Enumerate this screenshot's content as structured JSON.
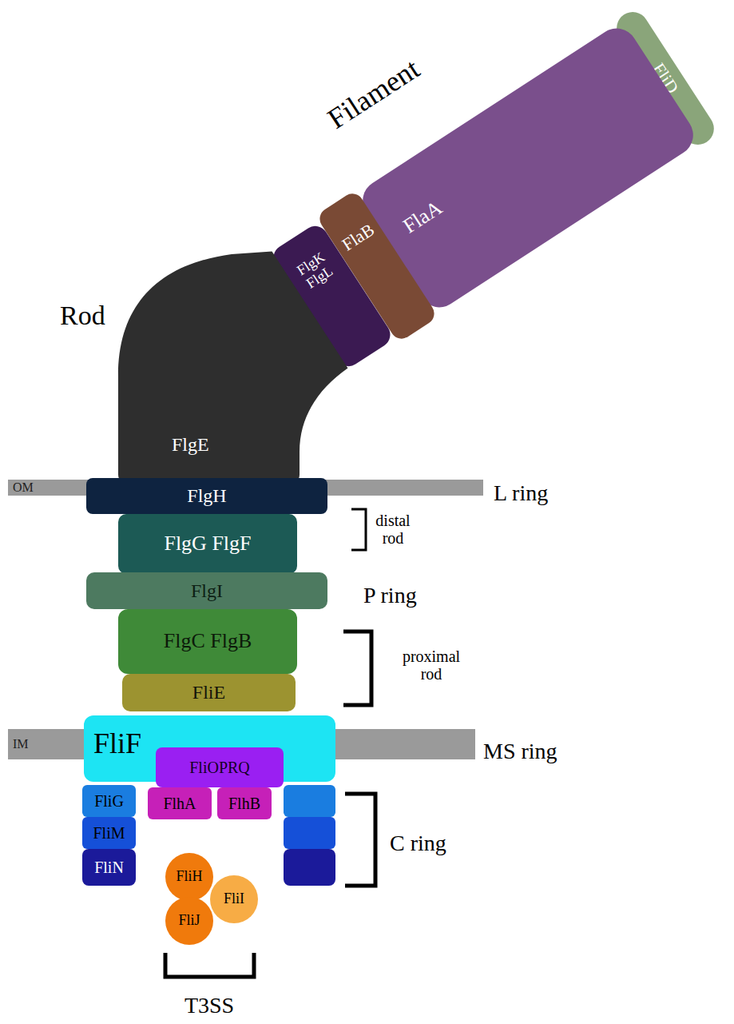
{
  "diagram": {
    "nodes": [
      {
        "text": [
          "FliD"
        ]
      },
      {
        "text": [
          "FlaA"
        ]
      },
      {
        "text": [
          "FlaB"
        ]
      },
      {
        "text": [
          "FlgK",
          "FlgL"
        ]
      },
      {
        "text": [
          "FlgE"
        ]
      },
      {
        "text": [
          "FlgH"
        ]
      },
      {
        "text": [
          "FlgG FlgF"
        ]
      },
      {
        "text": [
          "FlgI"
        ]
      },
      {
        "text": [
          "FlgC FlgB"
        ]
      },
      {
        "text": [
          "FliE"
        ]
      },
      {
        "text": [
          "FliF"
        ]
      },
      {
        "text": [
          "FliOPRQ"
        ],
        "in": 10
      },
      {
        "text": [
          "FliG"
        ]
      },
      {
        "text": [
          "FliM"
        ]
      },
      {
        "text": [
          "FliN"
        ]
      },
      {
        "text": [
          "FlhA"
        ]
      },
      {
        "text": [
          "FlhB"
        ]
      },
      {
        "text": [
          "FliH"
        ]
      },
      {
        "text": [
          "FliI"
        ]
      },
      {
        "text": [
          "FliJ"
        ]
      }
    ],
    "labels": [
      "Filament",
      "Rod",
      "OM",
      "L ring",
      "distal rod",
      "P ring",
      "proximal rod",
      "IM",
      "MS ring",
      "C ring",
      "T3SS"
    ]
  }
}
